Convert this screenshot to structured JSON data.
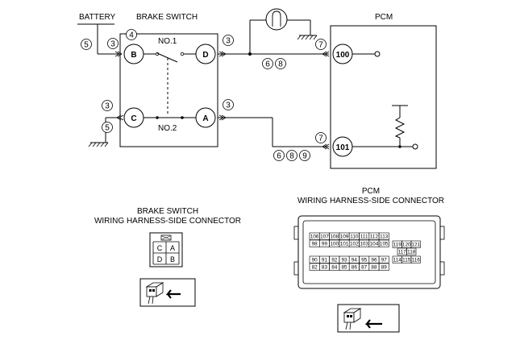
{
  "labels": {
    "battery": "BATTERY",
    "brake_switch": "BRAKE SWITCH",
    "pcm": "PCM",
    "no1": "NO.1",
    "no2": "NO.2"
  },
  "switch_pins": {
    "b": "B",
    "d": "D",
    "c": "C",
    "a": "A"
  },
  "pcm_pins": {
    "p100": "100",
    "p101": "101"
  },
  "markers": {
    "m5_top": "5",
    "m3_b": "3",
    "m4": "4",
    "m3_d": "3",
    "m7_top": "7",
    "m6_top": "6",
    "m8_top": "8",
    "m3_c": "3",
    "m5_bottom": "5",
    "m3_a": "3",
    "m7_bottom": "7",
    "m6_bottom": "6",
    "m8_bottom": "8",
    "m9_bottom": "9"
  },
  "connector_titles": {
    "brake_line1": "BRAKE SWITCH",
    "brake_line2": "WIRING HARNESS-SIDE CONNECTOR",
    "pcm_line1": "PCM",
    "pcm_line2": "WIRING HARNESS-SIDE CONNECTOR"
  },
  "brake_connector_cells": [
    "C",
    "A",
    "D",
    "B"
  ],
  "pcm_connector": {
    "row1": [
      "106",
      "107",
      "108",
      "109",
      "110",
      "111",
      "112",
      "113"
    ],
    "row2": [
      "98",
      "99",
      "100",
      "101",
      "102",
      "103",
      "104",
      "105"
    ],
    "row3": [
      "90",
      "91",
      "92",
      "93",
      "94",
      "95",
      "96",
      "97"
    ],
    "row4": [
      "82",
      "83",
      "84",
      "85",
      "86",
      "87",
      "88",
      "89"
    ],
    "right1": [
      "119",
      "120",
      "121"
    ],
    "right2": [
      "117",
      "118"
    ],
    "right3": [
      "114",
      "115",
      "116"
    ]
  }
}
